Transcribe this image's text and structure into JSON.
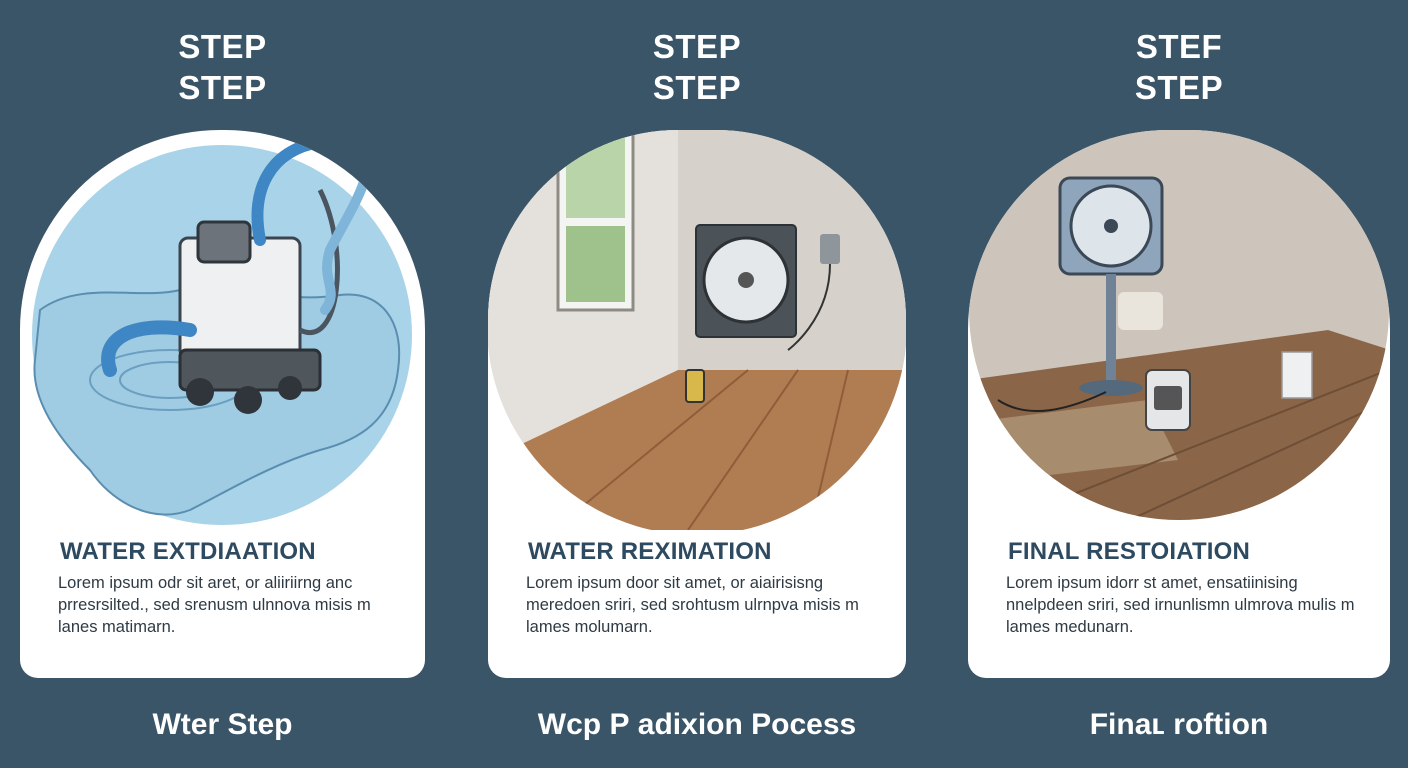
{
  "steps": [
    {
      "heading_line1": "STEP",
      "heading_line2": "STEP",
      "card_title": "WATER EXTDIAATION",
      "card_body": "Lorem ipsum odr sit aret, or aliiriirng anc prresrsilted., sed srenusm ulnnova misis m lanes matimarn.",
      "bottom_label": "Wter Step",
      "illustration": "water-extraction-machine-icon"
    },
    {
      "heading_line1": "STEP",
      "heading_line2": "STEP",
      "card_title": "WATER REXIMATION",
      "card_body": "Lorem ipsum door sit amet, or aiairisisng meredoen sriri, sed srohtusm ulrnpva misis m lames molumarn.",
      "bottom_label": "Wcр Р аdixion Pocess",
      "illustration": "room-drying-fan-icon"
    },
    {
      "heading_line1": "STEF",
      "heading_line2": "STEP",
      "card_title": "FINAL RESTOIATION",
      "card_body": "Lorem ipsum idorr st amet, ensatiinising nnelpdeen sriri, sed irnunlismn ulmrova mulis m lames medunarn.",
      "bottom_label": "Finaʟ roftion",
      "illustration": "restoration-fan-dehumidifier-icon"
    }
  ],
  "colors": {
    "background": "#3b5568",
    "card": "#ffffff",
    "title": "#2d4a60",
    "water": "#8ec3de"
  }
}
